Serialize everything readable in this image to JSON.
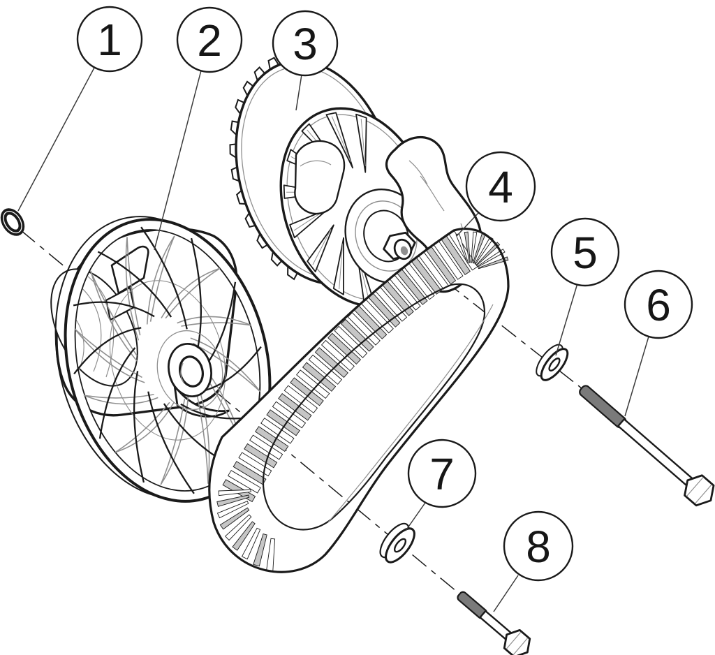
{
  "callouts": [
    {
      "label": "1"
    },
    {
      "label": "2"
    },
    {
      "label": "3"
    },
    {
      "label": "4"
    },
    {
      "label": "5"
    },
    {
      "label": "6"
    },
    {
      "label": "7"
    },
    {
      "label": "8"
    }
  ],
  "colors": {
    "background": "#ffffff",
    "line": "#1a1a1a",
    "leader": "#3a3a3a",
    "balloon_text": "#161616",
    "shade_light": "#c6c6c6",
    "shade_mid": "#8f8f8f",
    "thread_fill": "#7a7a7a"
  }
}
